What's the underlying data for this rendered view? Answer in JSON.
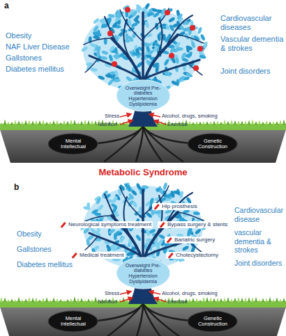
{
  "diagram": {
    "title": "Metabolic Syndrome",
    "nodes": [
      {
        "text": [
          "Overweight Pre-diabetes Hypertension Dyslipidemia"
        ]
      },
      {
        "text": [
          "Mental Intellectual"
        ]
      },
      {
        "text": [
          "Genetic Construction"
        ]
      },
      {
        "text": [
          "Overweight Pre-diabetes Hypertension Dyslipidemia"
        ]
      },
      {
        "text": [
          "Mental Intellectual"
        ]
      },
      {
        "text": [
          "Genetic Construction"
        ]
      }
    ],
    "labels": [
      "a",
      "Obesity",
      "NAF Liver Disease",
      "Gallstones",
      "Diabetes mellitus",
      "Cardiovascular diseases",
      "Vascular dementia & strokes",
      "Joint disorders",
      "Stress",
      "Nutrition",
      "Alcohol, drugs, smoking",
      "Exercise",
      "b",
      "Hip prosthesis",
      "Neurological symptoms treatment",
      "Bypass surgery & stents",
      "Bariatric surgery",
      "Medical treatment",
      "Cholecystectomy",
      "Obesity",
      "Gallstones",
      "Diabetes mellitus",
      "Cardiovascular disease",
      "vascular dementia & strokes",
      "Joint disorders",
      "Stress",
      "Nutrition",
      "Alcohol, drugs, smoking",
      "Exercise"
    ]
  }
}
